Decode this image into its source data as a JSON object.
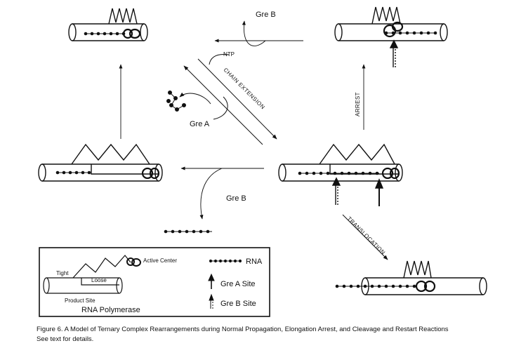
{
  "labels": {
    "gre_b_top": "Gre B",
    "gre_b_mid": "Gre B",
    "gre_a": "Gre A",
    "ntp": "NTP",
    "chain_extension": "CHAIN EXTENSION",
    "arrest": "ARREST",
    "translocation": "TRANSLOCATION"
  },
  "legend": {
    "active_center": "Active Center",
    "tight": "Tight",
    "loose": "Loose",
    "product_site": "Product Site",
    "rna_polymerase": "RNA Polymerase",
    "rna": "RNA",
    "gre_a_site": "Gre A  Site",
    "gre_b_site": "Gre B  Site"
  },
  "caption": {
    "line1": "Figure 6.  A Model of Ternary Complex Rearrangements during Normal Propagation, Elongation Arrest, and Cleavage and Restart Reactions",
    "line2": "See text for details."
  },
  "colors": {
    "ink": "#111111",
    "paper": "#ffffff"
  }
}
